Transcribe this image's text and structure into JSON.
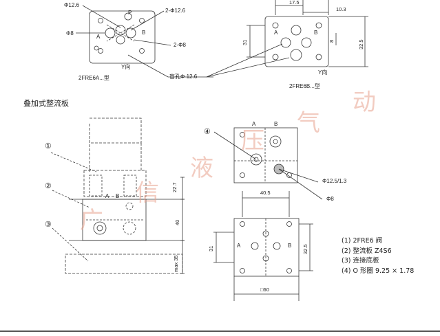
{
  "top_left": {
    "dia_top": "Φ12.6",
    "port_p": "P",
    "dia_2x": "2-Φ12.6",
    "dia_8": "Φ8",
    "port_a": "A",
    "port_b": "B",
    "dia_2x8": "2-Φ8",
    "view_y": "Y向",
    "model": "2FRE6A...型",
    "blind_hole": "盲孔Φ 12.6"
  },
  "top_right": {
    "dim_17_5": "17.5",
    "dim_10_3": "10.3",
    "port_a": "A",
    "port_b": "B",
    "dim_31": "31",
    "dim_8": "8",
    "dim_32_5": "32.5",
    "view_y": "Y向",
    "model": "2FRE6B...型"
  },
  "section_title": "叠加式整流板",
  "middle_left": {
    "callout_1": "①",
    "callout_2": "②",
    "callout_3": "③",
    "port_a": "A",
    "port_b": "B",
    "dim_22_7": "22.7",
    "dim_40": "40",
    "dim_max35": "max 35"
  },
  "middle_right": {
    "callout_4": "④",
    "port_a": "A",
    "port_b": "B",
    "dia_oring": "Φ12.5/1.3",
    "dia_8": "Φ8"
  },
  "bottom_view": {
    "dim_40_5": "40.5",
    "dim_31": "31",
    "dim_32_5": "32.5",
    "port_a": "A",
    "port_b": "B",
    "dim_60": "□60"
  },
  "legend": [
    "(1) 2FRE6 阀",
    "(2) 整流板 Z4S6",
    "(3) 连接底板",
    "(4) O 形圈 9.25 × 1.78"
  ],
  "watermark": [
    "广",
    "信",
    "液",
    "压",
    "气",
    "动"
  ],
  "colors": {
    "line": "#333333",
    "watermark": "#e9a38f",
    "background": "#ffffff"
  }
}
